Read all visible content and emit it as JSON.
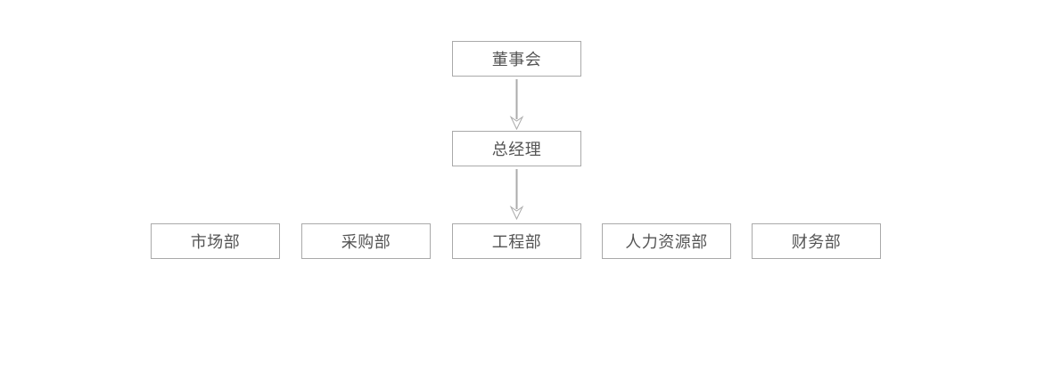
{
  "diagram": {
    "type": "org-chart",
    "background": "#ffffff",
    "colors": {
      "box_border": "#a9a9a9",
      "text": "#555555",
      "arrow": "#ababab"
    },
    "nodes": {
      "board": {
        "label": "董事会",
        "level": 1
      },
      "general_manager": {
        "label": "总经理",
        "level": 2
      },
      "marketing": {
        "label": "市场部",
        "level": 3
      },
      "purchasing": {
        "label": "采购部",
        "level": 3
      },
      "engineering": {
        "label": "工程部",
        "level": 3
      },
      "human_resources": {
        "label": "人力资源部",
        "level": 3
      },
      "finance": {
        "label": "财务部",
        "level": 3
      }
    },
    "edges": [
      {
        "from": "board",
        "to": "general_manager",
        "arrow": "down"
      },
      {
        "from": "general_manager",
        "to": "engineering",
        "arrow": "down"
      }
    ]
  }
}
